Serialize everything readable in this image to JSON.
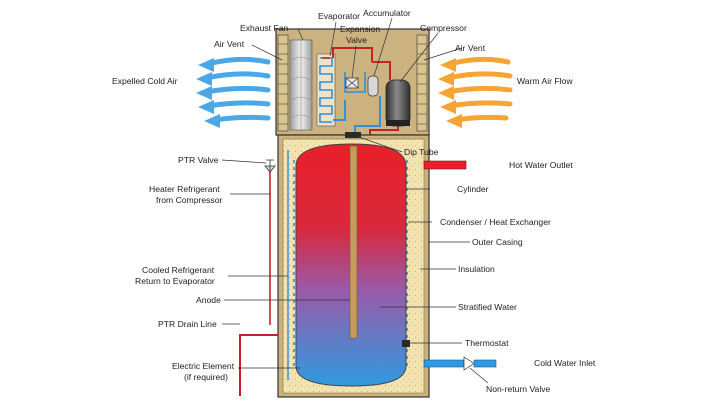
{
  "labels": {
    "evaporator": "Evaporator",
    "accumulator": "Accumulator",
    "exhaust_fan": "Exhaust Fan",
    "expansion_valve_line1": "Expansion",
    "expansion_valve_line2": "Valve",
    "compressor": "Compressor",
    "air_vent_left": "Air Vent",
    "air_vent_right": "Air Vent",
    "expelled_cold_air": "Expelled Cold Air",
    "warm_air_flow": "Warm Air Flow",
    "ptr_valve": "PTR Valve",
    "dip_tube": "Dip Tube",
    "hot_water_outlet": "Hot Water Outlet",
    "heater_refrigerant_line1": "Heater Refrigerant",
    "heater_refrigerant_line2": "from Compressor",
    "cylinder": "Cylinder",
    "condenser": "Condenser / Heat Exchanger",
    "outer_casing": "Outer Casing",
    "cooled_refrigerant_line1": "Cooled Refrigerant",
    "cooled_refrigerant_line2": "Return to Evaporator",
    "insulation": "Insulation",
    "anode": "Anode",
    "stratified_water": "Stratified Water",
    "ptr_drain_line": "PTR Drain Line",
    "thermostat": "Thermostat",
    "electric_element_line1": "Electric Element",
    "electric_element_line2": "(if required)",
    "cold_water_inlet": "Cold Water Inlet",
    "non_return_valve": "Non-return Valve"
  },
  "colors": {
    "hot_red": "#e8202a",
    "cold_blue": "#2f9ae0",
    "insulation_fill": "#f2e3b0",
    "casing_fill": "#cbb27e",
    "pipe_red": "#c8202a",
    "pipe_blue": "#2f8fd8",
    "cold_air": "#4aa8e6",
    "warm_air": "#f6a535",
    "anode": "#c79a5e",
    "outline": "#333333"
  }
}
